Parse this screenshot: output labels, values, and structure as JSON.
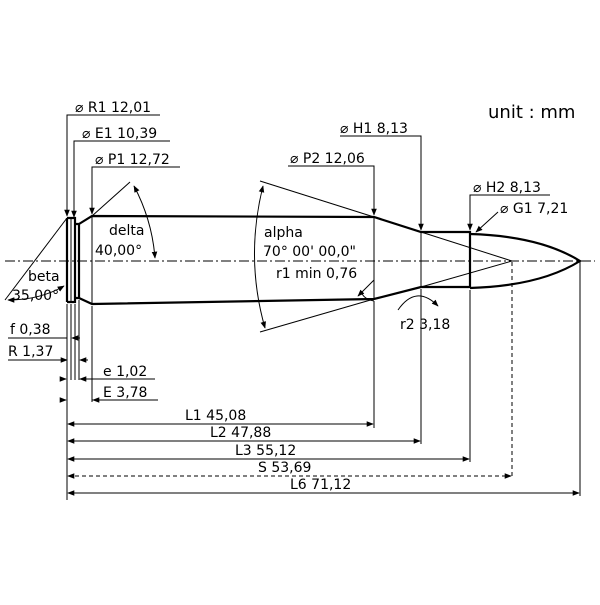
{
  "unit_label": "unit : mm",
  "labels": {
    "R1": "⌀ R1 12,01",
    "E1": "⌀ E1 10,39",
    "P1": "⌀ P1 12,72",
    "P2": "⌀ P2 12,06",
    "H1": "⌀ H1 8,13",
    "H2": "⌀ H2 8,13",
    "G1": "⌀ G1 7,21",
    "delta_name": "delta",
    "delta_value": "40,00°",
    "beta_name": "beta",
    "beta_value": "35,00°",
    "alpha_name": "alpha",
    "alpha_value": "70° 00' 00,0\"",
    "r1": "r1 min 0,76",
    "r2": "r2 3,18",
    "f": "f 0,38",
    "R": "R 1,37",
    "e": "e 1,02",
    "E": "E 3,78",
    "L1": "L1 45,08",
    "L2": "L2 47,88",
    "L3": "L3 55,12",
    "S": "S 53,69",
    "L6": "L6 71,12"
  }
}
